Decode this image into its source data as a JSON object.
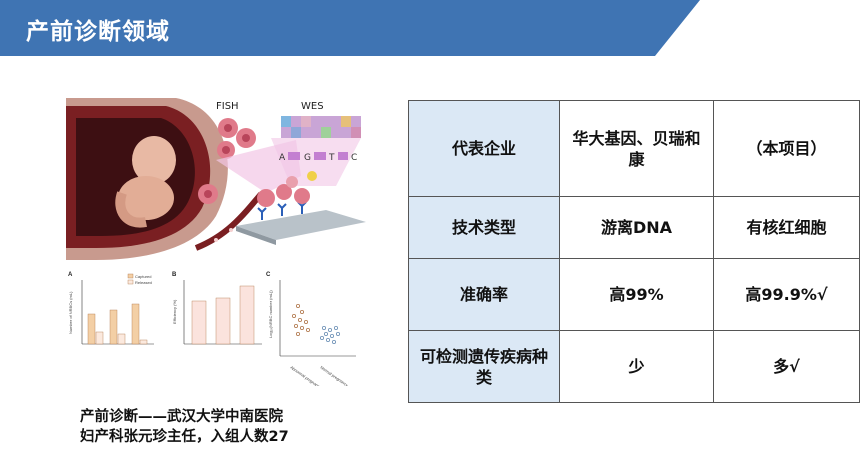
{
  "header": {
    "title": "产前诊断领域",
    "color": "#3f74b3"
  },
  "figure": {
    "labels": {
      "fish": "FISH",
      "wes": "WES",
      "bases": [
        "A",
        "G",
        "T",
        "C"
      ]
    },
    "charts": {
      "panel_a": {
        "letter": "A",
        "ylabel": "Number of NRBCs (mL)",
        "legend": [
          "Captured",
          "Released"
        ]
      },
      "panel_b": {
        "letter": "B",
        "ylabel": "Efficiency (%)"
      },
      "panel_c": {
        "letter": "C",
        "ylabel": "Log₁₀(NRBC number (mL))",
        "xcats": [
          "Abnormal pregnancy",
          "Normal pregnancy"
        ]
      }
    }
  },
  "caption": {
    "line1": "产前诊断——武汉大学中南医院",
    "line2": "妇产科张元珍主任，入组人数27"
  },
  "table": {
    "rows": [
      [
        "代表企业",
        "华大基因、贝瑞和康",
        "（本项目）"
      ],
      [
        "技术类型",
        "游离DNA",
        "有核红细胞"
      ],
      [
        "准确率",
        "高99%",
        "高99.9%√"
      ],
      [
        "可检测遗传疾病种类",
        "少",
        "多√"
      ]
    ],
    "row_heights": [
      96,
      62,
      72,
      72
    ]
  }
}
